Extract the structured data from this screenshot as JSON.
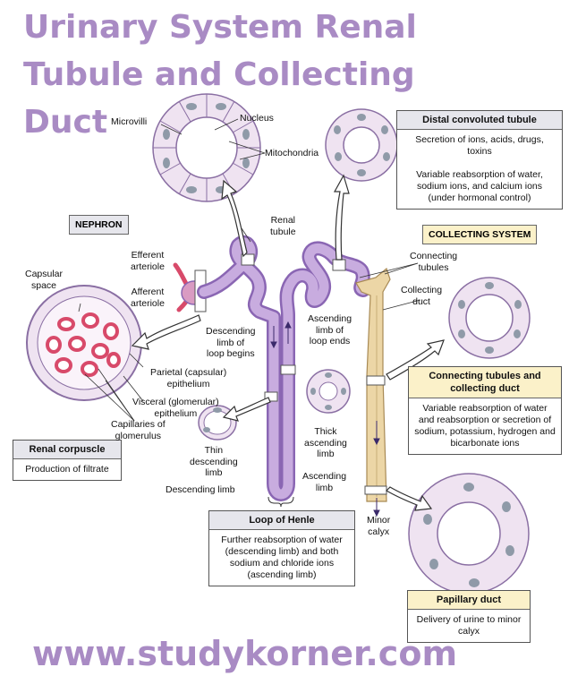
{
  "title": "Urinary System Renal Tubule and Collecting Duct",
  "footer": "www.studykorner.com",
  "tags": {
    "nephron": "NEPHRON",
    "collecting_system": "COLLECTING SYSTEM"
  },
  "boxes": {
    "distal": {
      "title": "Distal convoluted tubule",
      "body": "Secretion of ions, acids, drugs, toxins\n\nVariable reabsorption of water, sodium ions, and calcium ions (under hormonal control)"
    },
    "connecting": {
      "title": "Connecting tubules and collecting duct",
      "body": "Variable reabsorption of water and reabsorption or secretion of sodium, potassium, hydrogen and bicarbonate ions"
    },
    "renal_corpuscle": {
      "title": "Renal corpuscle",
      "body": "Production of filtrate"
    },
    "loop_henle": {
      "title": "Loop of Henle",
      "body": "Further reabsorption of water (descending limb) and both sodium and chloride ions (ascending limb)"
    },
    "papillary": {
      "title": "Papillary duct",
      "body": "Delivery of urine to minor calyx"
    }
  },
  "labels": {
    "microvilli": "Microvilli",
    "nucleus": "Nucleus",
    "mitochondria": "Mitochondria",
    "renal_tubule": "Renal\ntubule",
    "efferent": "Efferent\narteriole",
    "afferent": "Afferent\narteriole",
    "capsular_space": "Capsular\nspace",
    "desc_begins": "Descending\nlimb of\nloop begins",
    "asc_ends": "Ascending\nlimb of\nloop ends",
    "connecting_tubules": "Connecting\ntubules",
    "collecting_duct": "Collecting\nduct",
    "parietal": "Parietal (capsular)\nepithelium",
    "visceral": "Visceral (glomerular)\nepithelium",
    "capillaries": "Capillaries of\nglomerulus",
    "thin_desc": "Thin\ndescending\nlimb",
    "thick_asc": "Thick\nascending\nlimb",
    "descending_limb": "Descending limb",
    "ascending_limb": "Ascending\nlimb",
    "minor_calyx": "Minor\ncalyx"
  },
  "colors": {
    "title": "#a98bc4",
    "tubule": "#b99ad6",
    "tubule_dark": "#8a66b3",
    "collecting_duct": "#ecd6a6",
    "cell": "#efe3f1",
    "nucleus": "#8f9aa8",
    "capillary": "#d84a6a",
    "header_tan": "#fbf1c9"
  }
}
